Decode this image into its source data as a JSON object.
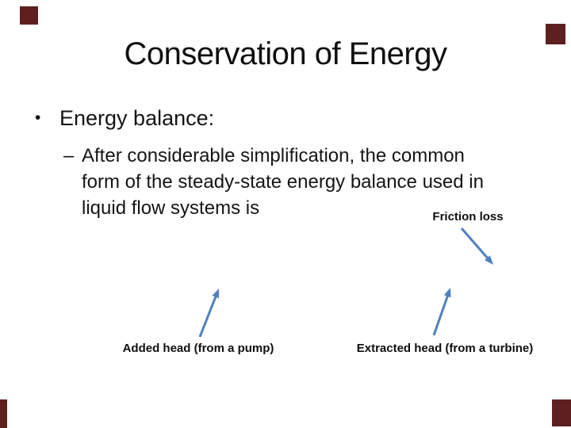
{
  "slide": {
    "title": "Conservation of Energy",
    "bullet": {
      "marker": "•",
      "text": "Energy balance:"
    },
    "sub_bullet": {
      "marker": "–",
      "lines": [
        "After considerable simplification, the common",
        "form of the steady-state energy balance used in",
        "liquid flow systems is"
      ]
    },
    "annotations": {
      "friction_loss": "Friction loss",
      "added_head": "Added head (from a pump)",
      "extracted_head": "Extracted head (from a turbine)"
    }
  },
  "colors": {
    "arrow": "#4f81bd",
    "corner_accent": "#5e1f1f",
    "text": "#151515",
    "background": "#ffffff"
  }
}
